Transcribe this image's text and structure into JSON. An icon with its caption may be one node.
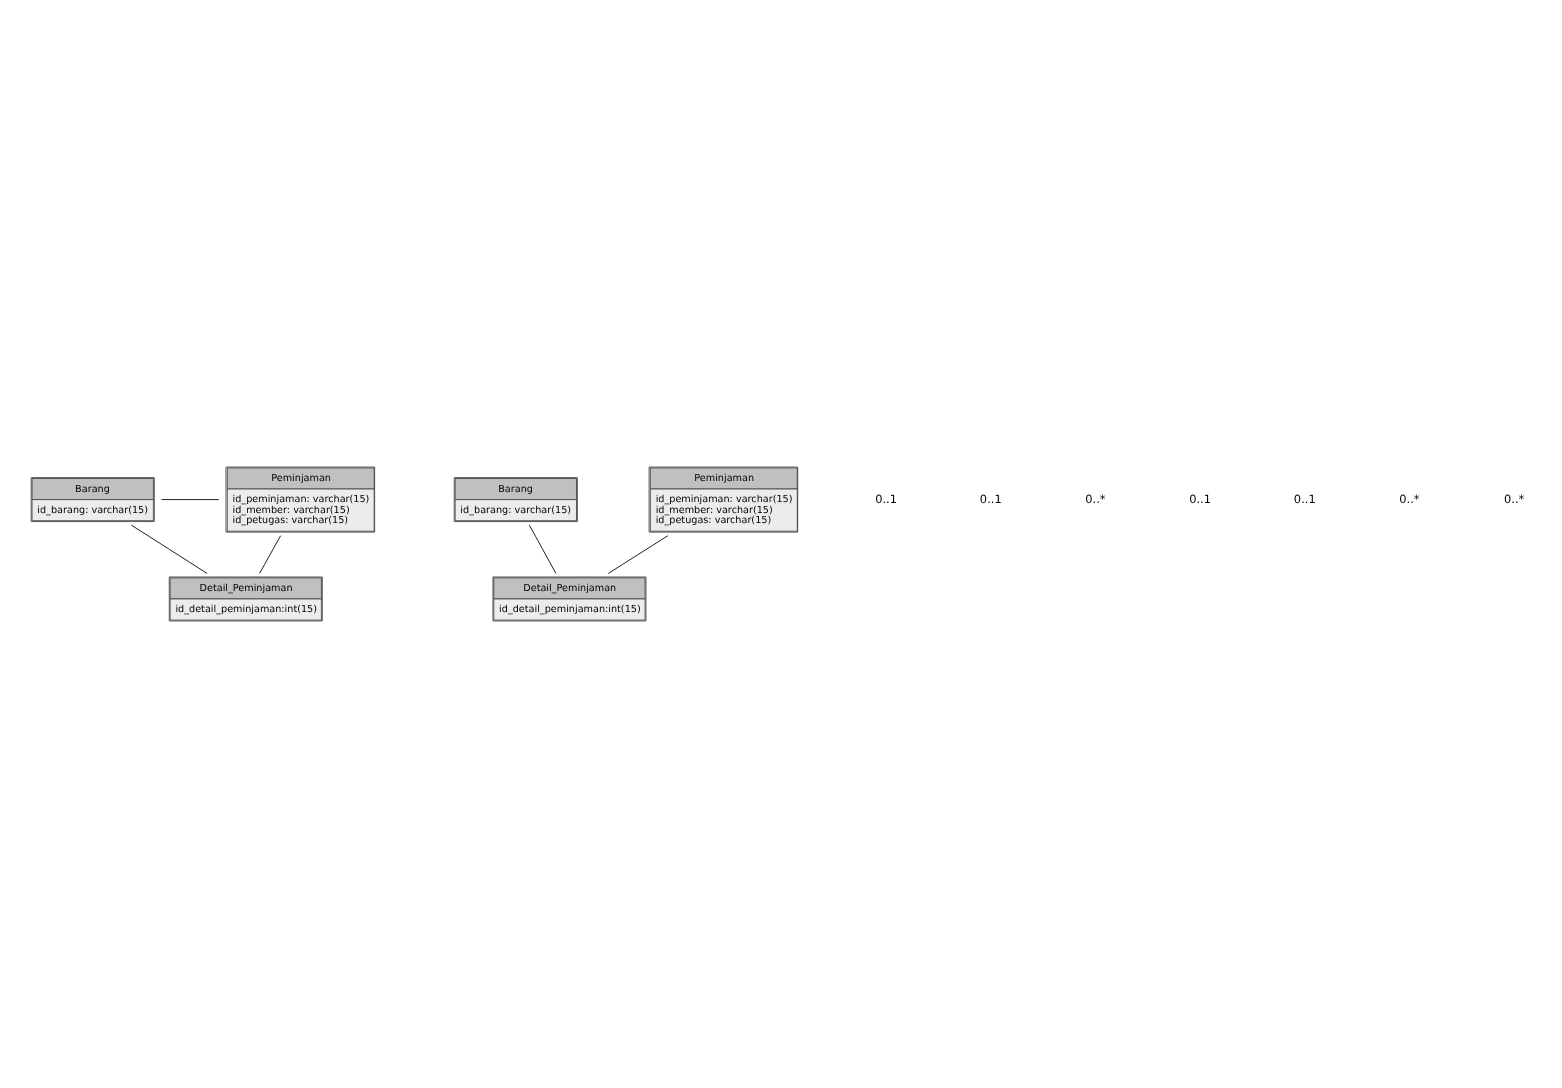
{
  "diagram": {
    "nodes": [
      {
        "text": [
          "Barang",
          "id_barang: varchar(15)"
        ]
      },
      {
        "text": [
          "Peminjaman",
          "id_peminjaman: varchar(15)",
          "id_member: varchar(15)",
          "id_petugas: varchar(15)"
        ]
      },
      {
        "text": [
          "Detail_Peminjaman",
          "id_detail_peminjaman:int(15)"
        ]
      },
      {
        "text": [
          "Barang",
          "id_barang: varchar(15)"
        ]
      },
      {
        "text": [
          "Peminjaman",
          "id_peminjaman: varchar(15)",
          "id_member: varchar(15)",
          "id_petugas: varchar(15)"
        ]
      },
      {
        "text": [
          "Detail_Peminjaman",
          "id_detail_peminjaman:int(15)"
        ]
      }
    ],
    "edges": [
      {
        "from": 0,
        "to": 1,
        "arrow": "none"
      },
      {
        "from": 0,
        "to": 2,
        "arrow": "none"
      },
      {
        "from": 1,
        "to": 2,
        "arrow": "none"
      },
      {
        "from": 3,
        "to": 5,
        "arrow": "none"
      },
      {
        "from": 4,
        "to": 5,
        "arrow": "none"
      }
    ],
    "labels": [
      "0..1",
      "0..1",
      "0..*",
      "0..1",
      "0..1",
      "0..*",
      "0..*"
    ]
  }
}
